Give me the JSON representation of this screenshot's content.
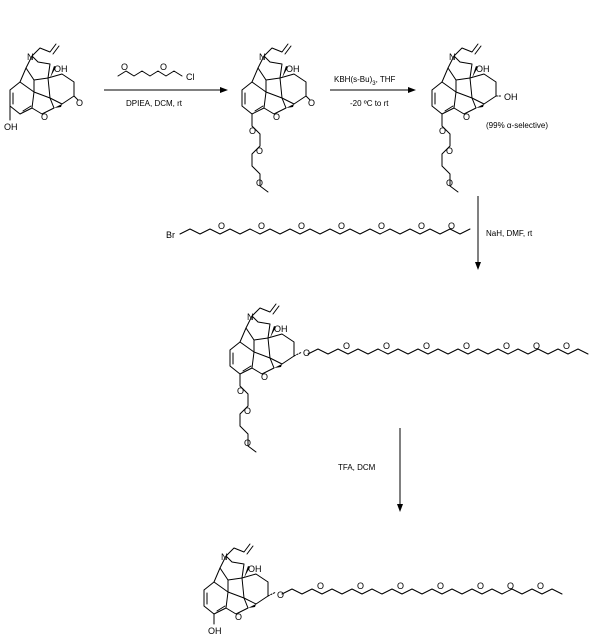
{
  "atoms": {
    "N": "N",
    "OH": "OH",
    "O": "O",
    "Br": "Br",
    "Cl": "Cl"
  },
  "steps": [
    {
      "reagent_above": "",
      "reagent_below": "DPIEA, DCM, rt"
    },
    {
      "reagent_above": "KBH(s-Bu)",
      "reagent_above_sub": "3",
      "reagent_above_tail": ", THF",
      "reagent_below": "-20 ºC to rt"
    },
    {
      "reagent_right": "NaH, DMF, rt"
    },
    {
      "reagent_left": "TFA, DCM"
    }
  ],
  "note": "(99% α-selective)"
}
